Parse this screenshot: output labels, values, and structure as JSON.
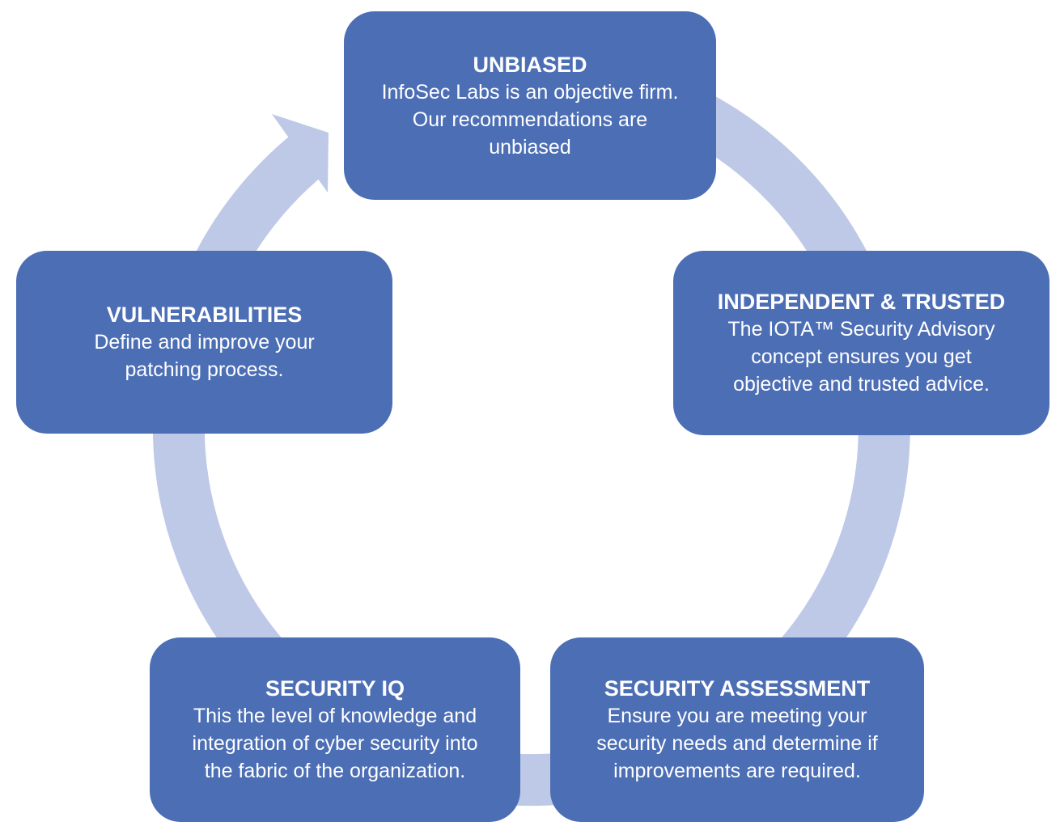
{
  "diagram": {
    "type": "cycle",
    "direction": "clockwise",
    "colors": {
      "node_fill": "#4C6EB5",
      "arrow_fill": "#BDC9E7",
      "text": "#FFFFFF"
    },
    "nodes": [
      {
        "id": "unbiased",
        "position": "top",
        "title": "UNBIASED",
        "description": "InfoSec Labs is an objective firm.\nOur recommendations are\nunbiased"
      },
      {
        "id": "independent-trusted",
        "position": "right",
        "title": "INDEPENDENT & TRUSTED",
        "description": "The IOTA™ Security Advisory\nconcept ensures you get\nobjective and trusted advice."
      },
      {
        "id": "security-assessment",
        "position": "bottom-right",
        "title": "SECURITY ASSESSMENT",
        "description": "Ensure you are meeting your\nsecurity needs and determine if\nimprovements are required."
      },
      {
        "id": "security-iq",
        "position": "bottom-left",
        "title": "SECURITY IQ",
        "description": "This the level of knowledge and\nintegration of cyber security into\nthe fabric of the organization."
      },
      {
        "id": "vulnerabilities",
        "position": "left",
        "title": "VULNERABILITIES",
        "description": "Define and improve your\npatching process."
      }
    ]
  }
}
